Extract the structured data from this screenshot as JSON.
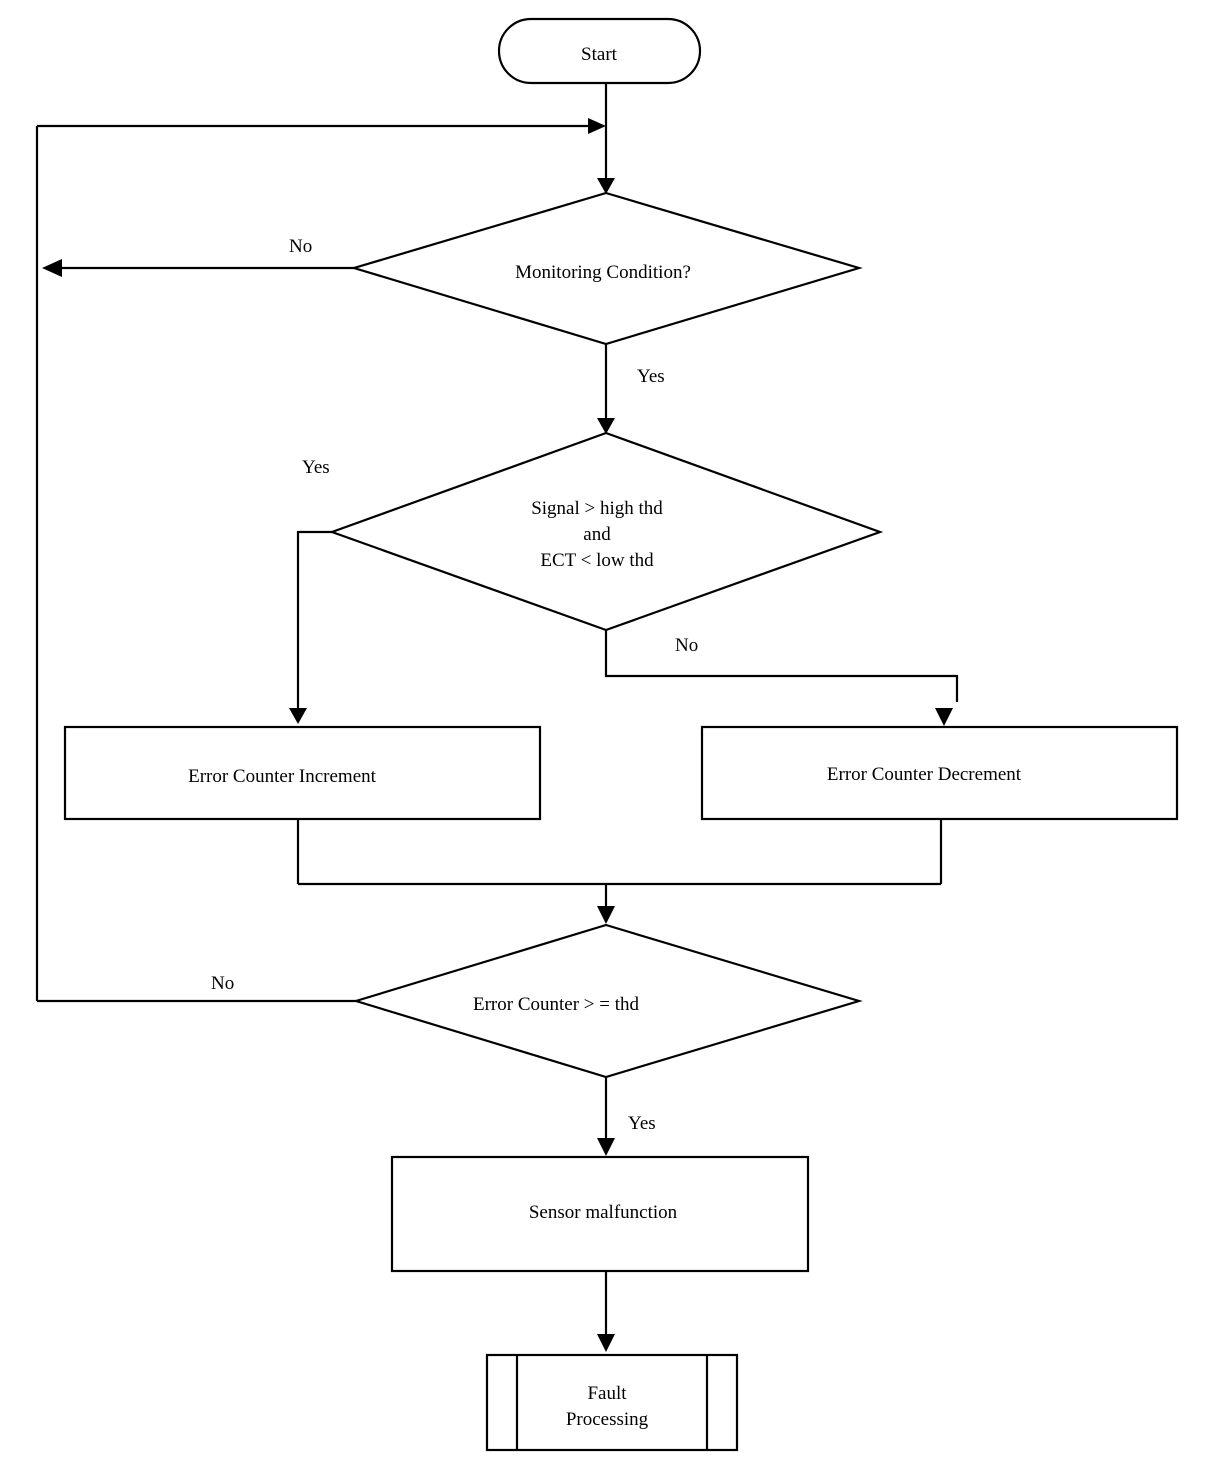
{
  "nodes": {
    "start": {
      "label": "Start"
    },
    "monitoring_condition": {
      "label": "Monitoring Condition?"
    },
    "signal_check": {
      "lines": [
        "Signal > high thd",
        "and",
        "ECT < low thd"
      ]
    },
    "counter_increment": {
      "label": "Error Counter Increment"
    },
    "counter_decrement": {
      "label": "Error Counter Decrement"
    },
    "counter_threshold": {
      "label": "Error Counter > = thd"
    },
    "sensor_malfunction": {
      "label": "Sensor malfunction"
    },
    "fault_processing": {
      "lines": [
        "Fault",
        "Processing"
      ]
    }
  },
  "edges": {
    "monitoring_no": "No",
    "monitoring_yes": "Yes",
    "signal_yes": "Yes",
    "signal_no": "No",
    "threshold_no": "No",
    "threshold_yes": "Yes"
  }
}
